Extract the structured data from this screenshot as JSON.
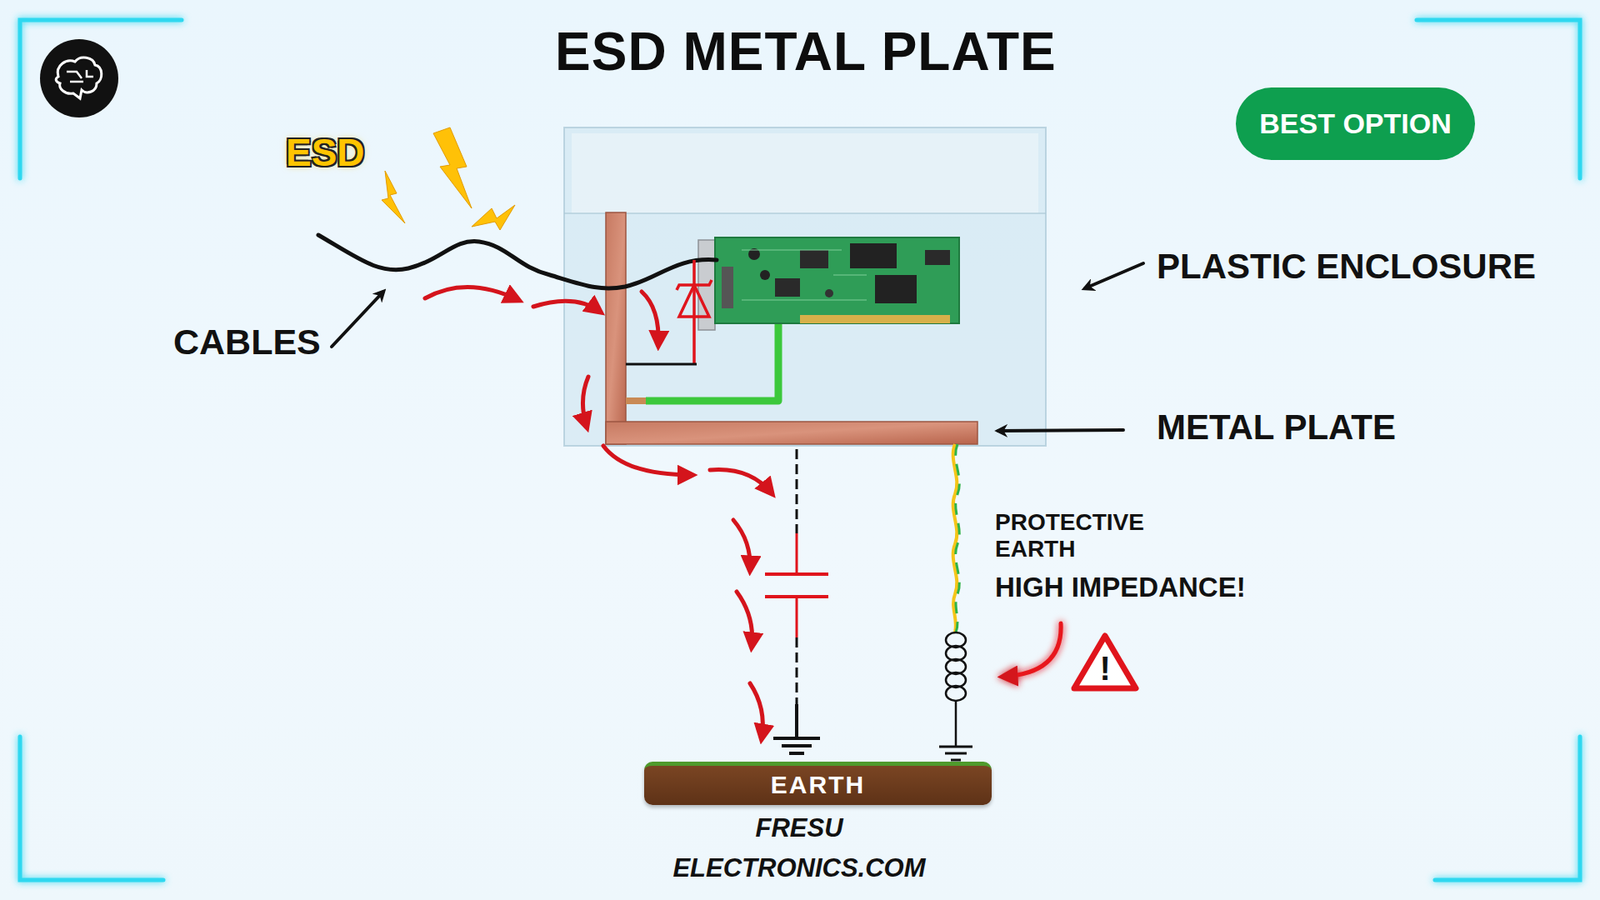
{
  "diagram": {
    "title": "ESD METAL PLATE",
    "nodes": [
      {
        "text": [
          "BEST OPTION"
        ]
      },
      {
        "text": [
          "EARTH"
        ]
      },
      {
        "text": [
          "!"
        ]
      }
    ],
    "labels": [
      "ESD",
      "CABLES",
      "PLASTIC ENCLOSURE",
      "METAL PLATE",
      "PROTECTIVE EARTH",
      "HIGH IMPEDANCE!",
      "FRESU ELECTRONICS.COM"
    ]
  }
}
